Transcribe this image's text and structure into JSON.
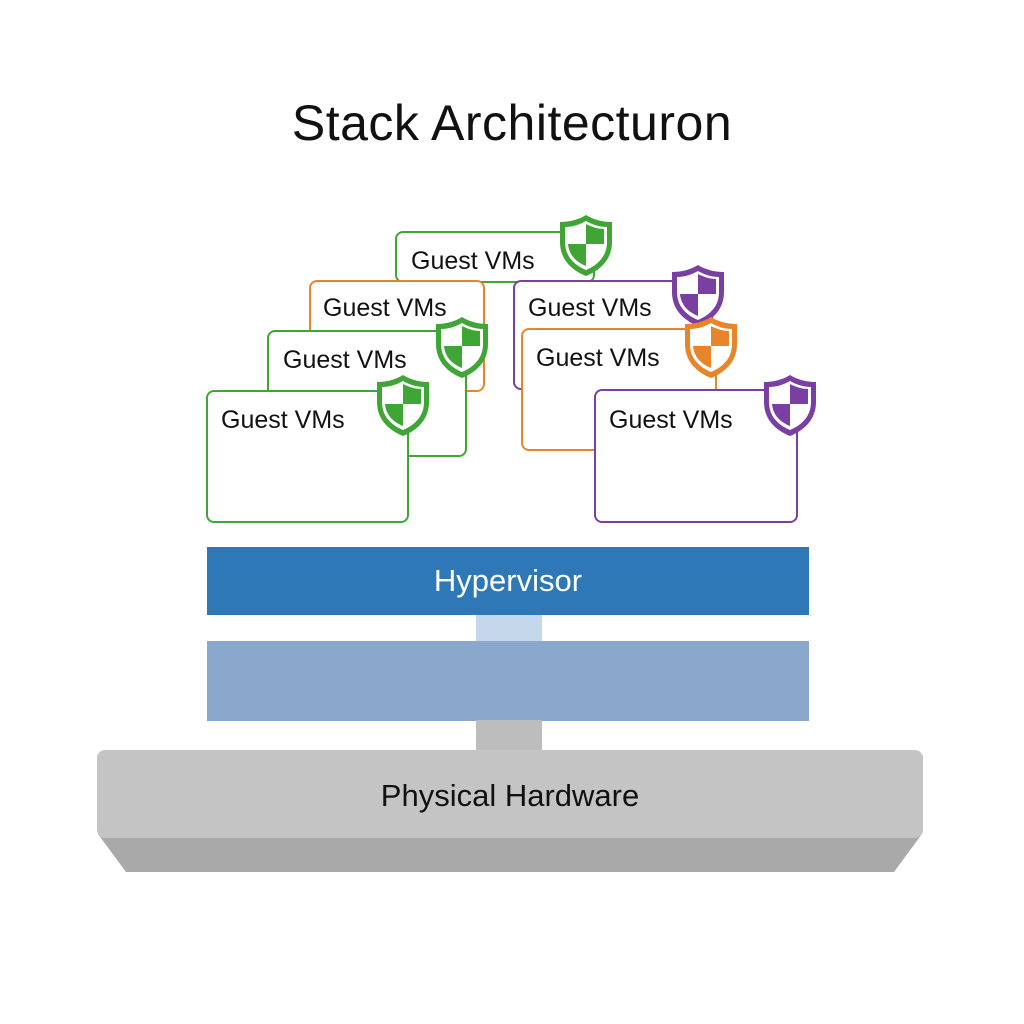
{
  "title": "Stack Architecturon",
  "colors": {
    "green": "#3fa535",
    "orange": "#e8842a",
    "purple": "#7a3fa3",
    "hypervisor": "#2e78b7",
    "middle_layer": "#8aa8cc",
    "stem_light": "#c5d7ea",
    "stem_dark": "#bdbdbd",
    "hardware": "#c4c4c4",
    "hardware_shadow": "#a9a9a9"
  },
  "guest_vms": [
    {
      "label": "Guest VMs",
      "color": "green",
      "shield": "green-check-shield"
    },
    {
      "label": "Guest VMs",
      "color": "orange",
      "shield": "none"
    },
    {
      "label": "Guest VMs",
      "color": "purple",
      "shield": "purple-check-shield"
    },
    {
      "label": "Guest VMs",
      "color": "green",
      "shield": "green-check-shield"
    },
    {
      "label": "Guest VMs",
      "color": "orange",
      "shield": "orange-check-shield"
    },
    {
      "label": "Guest VMs",
      "color": "green",
      "shield": "green-check-shield"
    },
    {
      "label": "Guest VMs",
      "color": "purple",
      "shield": "purple-check-shield"
    }
  ],
  "hypervisor": {
    "label": "Hypervisor"
  },
  "hardware": {
    "label": "Physical Hardware"
  }
}
